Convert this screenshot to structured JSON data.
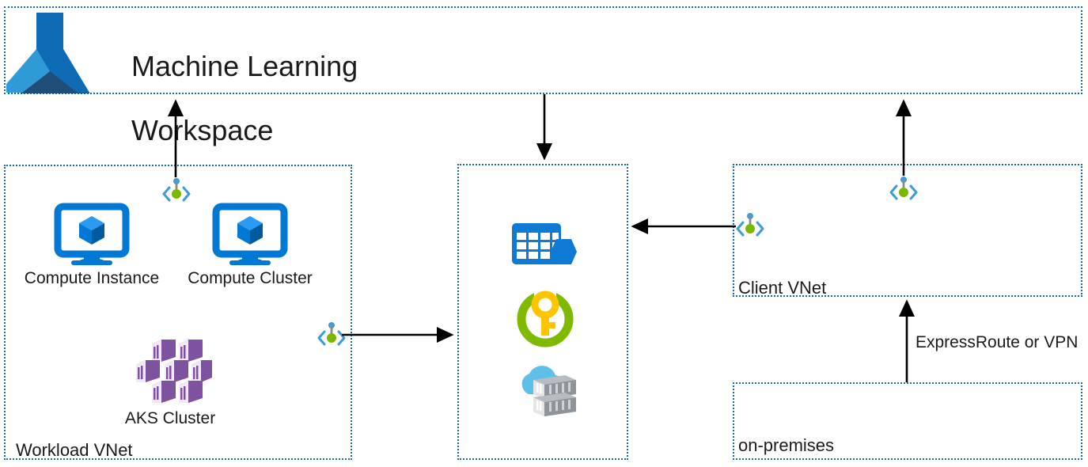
{
  "diagram": {
    "title": "Azure Machine Learning network isolation architecture",
    "colors": {
      "vnet_border": "#1668b8",
      "text": "#1a1a1a",
      "azure_blue": "#0078d4",
      "ml_flask_dark": "#1f4e79",
      "ml_flask_mid": "#0f6cb4",
      "ml_flask_light": "#2e9bd6",
      "aks_purple": "#7f529f",
      "keyvault_green": "#7fba00",
      "keyvault_yellow": "#ffc400",
      "registry_cloud": "#5ec0e8",
      "registry_gray": "#9aa0a5",
      "arrow_black": "#000000",
      "pe_bracket": "#3d9bd7",
      "pe_dot_green": "#7ab800",
      "pe_dot_blue": "#3d9bd7",
      "pe_stem_gray": "#8a8a8a"
    }
  },
  "workspace_box": {
    "title_line1": "Machine Learning",
    "title_line2": "Workspace",
    "icon_name": "machine-learning-workspace-icon"
  },
  "workload_vnet": {
    "label": "Workload VNet",
    "nodes": [
      {
        "label": "Compute Instance",
        "icon_name": "compute-instance-icon"
      },
      {
        "label": "Compute Cluster",
        "icon_name": "compute-cluster-icon"
      },
      {
        "label": "AKS Cluster",
        "icon_name": "aks-cluster-icon"
      }
    ],
    "private_endpoints": [
      {
        "name": "private-endpoint-workload-to-workspace"
      },
      {
        "name": "private-endpoint-workload-to-services"
      }
    ]
  },
  "services_box": {
    "label": "",
    "nodes": [
      {
        "label": "",
        "icon_name": "storage-account-icon"
      },
      {
        "label": "",
        "icon_name": "key-vault-icon"
      },
      {
        "label": "",
        "icon_name": "container-registry-icon"
      }
    ]
  },
  "client_vnet": {
    "label": "Client VNet",
    "private_endpoints": [
      {
        "name": "private-endpoint-client-to-workspace"
      },
      {
        "name": "private-endpoint-client-to-services"
      }
    ]
  },
  "on_premises": {
    "label": "on-premises"
  },
  "connections": [
    {
      "name": "workload-pe-to-workspace",
      "label": "",
      "direction": "up"
    },
    {
      "name": "workspace-to-services",
      "label": "",
      "direction": "down"
    },
    {
      "name": "workload-to-services",
      "label": "",
      "direction": "right"
    },
    {
      "name": "client-to-services",
      "label": "",
      "direction": "left"
    },
    {
      "name": "client-pe-to-workspace",
      "label": "",
      "direction": "up"
    },
    {
      "name": "on-premises-to-client-vnet",
      "label": "ExpressRoute or VPN",
      "direction": "up"
    }
  ],
  "edge_labels": {
    "expressroute": "ExpressRoute or VPN"
  }
}
